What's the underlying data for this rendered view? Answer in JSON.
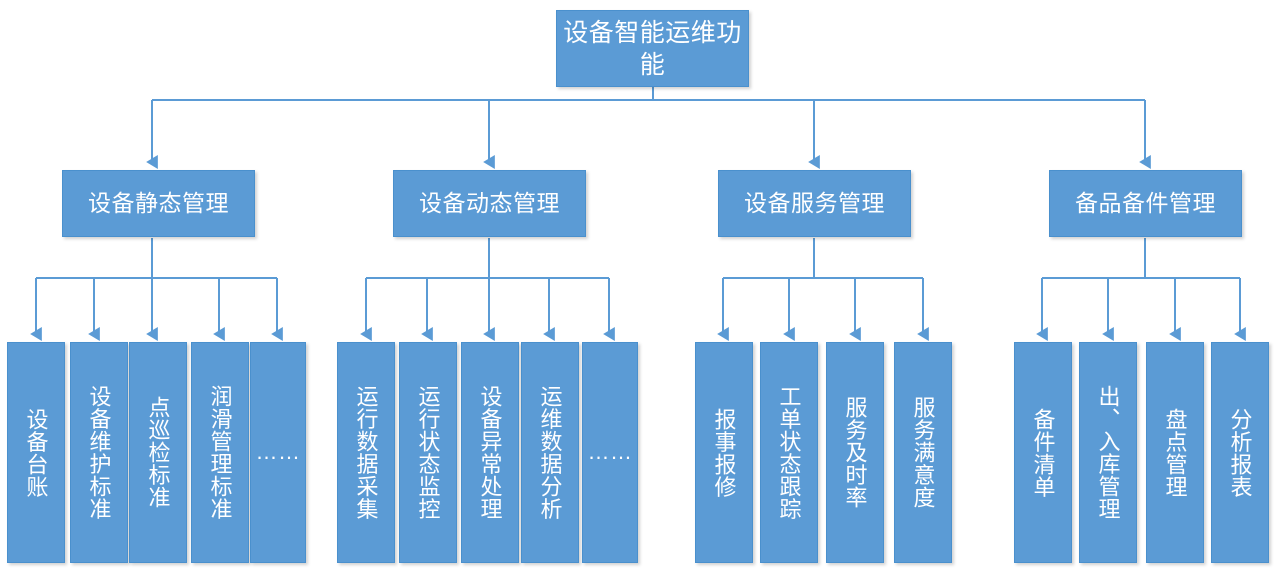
{
  "diagram": {
    "title": "设备智能运维功能",
    "accent_color": "#5b9bd5",
    "line_color": "#5b9bd5",
    "text_color": "#ffffff",
    "background_color": "#ffffff",
    "root": {
      "label": "设备智能运维功能"
    },
    "branches": [
      {
        "label": "设备静态管理",
        "children": [
          {
            "label": "设备台账"
          },
          {
            "label": "设备维护标准"
          },
          {
            "label": "点巡检标准"
          },
          {
            "label": "润滑管理标准"
          },
          {
            "label": "……"
          }
        ]
      },
      {
        "label": "设备动态管理",
        "children": [
          {
            "label": "运行数据采集"
          },
          {
            "label": "运行状态监控"
          },
          {
            "label": "设备异常处理"
          },
          {
            "label": "运维数据分析"
          },
          {
            "label": "……"
          }
        ]
      },
      {
        "label": "设备服务管理",
        "children": [
          {
            "label": "报事报修"
          },
          {
            "label": "工单状态跟踪"
          },
          {
            "label": "服务及时率"
          },
          {
            "label": "服务满意度"
          }
        ]
      },
      {
        "label": "备品备件管理",
        "children": [
          {
            "label": "备件清单"
          },
          {
            "label": "出、入库管理"
          },
          {
            "label": "盘点管理"
          },
          {
            "label": "分析报表"
          }
        ]
      }
    ]
  }
}
